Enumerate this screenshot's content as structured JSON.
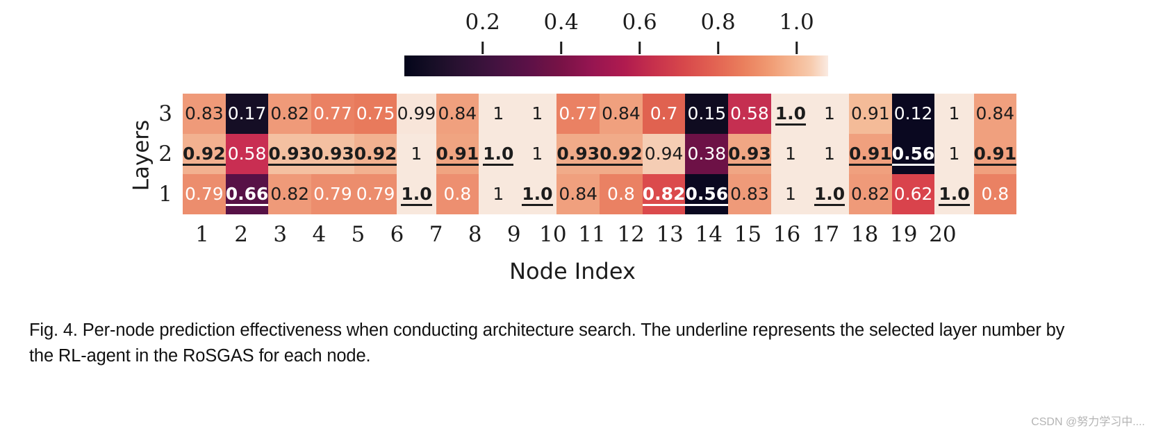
{
  "figure": {
    "caption": "Fig. 4.  Per-node prediction effectiveness when conducting architecture search. The underline represents the selected layer number by the RL-agent in the RoSGAS for each node.",
    "watermark": "CSDN @努力学习中...."
  },
  "colorbar": {
    "ticklabels": [
      "0.2",
      "0.4",
      "0.6",
      "0.8",
      "1.0"
    ],
    "tickvalues": [
      0.2,
      0.4,
      0.6,
      0.8,
      1.0
    ],
    "vmin": 0.0,
    "vmax": 1.08,
    "colormap": "rocket",
    "gradient_stops": [
      "#03051a",
      "#41123f",
      "#951551",
      "#d7484b",
      "#ea7f5d",
      "#f4b38e",
      "#faebe2"
    ]
  },
  "chart_data": {
    "type": "heatmap",
    "title": "",
    "xlabel": "Node Index",
    "ylabel": "Layers",
    "xticklabels": [
      "1",
      "2",
      "3",
      "4",
      "5",
      "6",
      "7",
      "8",
      "9",
      "10",
      "11",
      "12",
      "13",
      "14",
      "15",
      "16",
      "17",
      "18",
      "19",
      "20"
    ],
    "yticklabels": [
      "3",
      "2",
      "1"
    ],
    "row_order_top_to_bottom": [
      3,
      2,
      1
    ],
    "cbar_label": "",
    "grid": false,
    "annot": true,
    "rows": [
      {
        "layer": "3",
        "cells": [
          {
            "text": "0.83",
            "value": 0.83,
            "color": "#ef9a79",
            "textcolor": "dark",
            "selected": false
          },
          {
            "text": "0.17",
            "value": 0.17,
            "color": "#150e25",
            "textcolor": "light",
            "selected": false
          },
          {
            "text": "0.82",
            "value": 0.82,
            "color": "#ef9a79",
            "textcolor": "dark",
            "selected": false
          },
          {
            "text": "0.77",
            "value": 0.77,
            "color": "#ea8163",
            "textcolor": "light",
            "selected": false
          },
          {
            "text": "0.75",
            "value": 0.75,
            "color": "#e87a5c",
            "textcolor": "light",
            "selected": false
          },
          {
            "text": "0.99",
            "value": 0.99,
            "color": "#f8e5d9",
            "textcolor": "dark",
            "selected": false
          },
          {
            "text": "0.84",
            "value": 0.84,
            "color": "#f0a07e",
            "textcolor": "dark",
            "selected": false
          },
          {
            "text": "1",
            "value": 1.0,
            "color": "#f8e8dd",
            "textcolor": "dark",
            "selected": false
          },
          {
            "text": "1",
            "value": 1.0,
            "color": "#f8e8dd",
            "textcolor": "dark",
            "selected": false
          },
          {
            "text": "0.77",
            "value": 0.77,
            "color": "#ea8163",
            "textcolor": "light",
            "selected": false
          },
          {
            "text": "0.84",
            "value": 0.84,
            "color": "#f0a07e",
            "textcolor": "dark",
            "selected": false
          },
          {
            "text": "0.7",
            "value": 0.7,
            "color": "#e06250",
            "textcolor": "light",
            "selected": false
          },
          {
            "text": "0.15",
            "value": 0.15,
            "color": "#0f0b20",
            "textcolor": "light",
            "selected": false
          },
          {
            "text": "0.58",
            "value": 0.58,
            "color": "#c52f51",
            "textcolor": "light",
            "selected": false
          },
          {
            "text": "1.0",
            "value": 1.0,
            "color": "#f8e8dd",
            "textcolor": "dark",
            "selected": true
          },
          {
            "text": "1",
            "value": 1.0,
            "color": "#f8e8dd",
            "textcolor": "dark",
            "selected": false
          },
          {
            "text": "0.91",
            "value": 0.91,
            "color": "#f4bb98",
            "textcolor": "dark",
            "selected": false
          },
          {
            "text": "0.12",
            "value": 0.12,
            "color": "#0a0820",
            "textcolor": "light",
            "selected": false
          },
          {
            "text": "1",
            "value": 1.0,
            "color": "#f8e8dd",
            "textcolor": "dark",
            "selected": false
          },
          {
            "text": "0.84",
            "value": 0.84,
            "color": "#f0a07e",
            "textcolor": "dark",
            "selected": false
          }
        ]
      },
      {
        "layer": "2",
        "cells": [
          {
            "text": "0.92",
            "value": 0.92,
            "color": "#f2b190",
            "textcolor": "dark",
            "selected": true
          },
          {
            "text": "0.58",
            "value": 0.58,
            "color": "#c92e52",
            "textcolor": "light",
            "selected": false
          },
          {
            "text": "0.93",
            "value": 0.93,
            "color": "#f4c0a1",
            "textcolor": "dark",
            "selected": true
          },
          {
            "text": "0.93",
            "value": 0.93,
            "color": "#f4c0a1",
            "textcolor": "dark",
            "selected": true
          },
          {
            "text": "0.92",
            "value": 0.92,
            "color": "#f2b190",
            "textcolor": "dark",
            "selected": true
          },
          {
            "text": "1",
            "value": 1.0,
            "color": "#f8e8dd",
            "textcolor": "dark",
            "selected": false
          },
          {
            "text": "0.91",
            "value": 0.91,
            "color": "#f0a481",
            "textcolor": "dark",
            "selected": true
          },
          {
            "text": "1.0",
            "value": 1.0,
            "color": "#f8e8dd",
            "textcolor": "dark",
            "selected": true
          },
          {
            "text": "1",
            "value": 1.0,
            "color": "#f8e8dd",
            "textcolor": "dark",
            "selected": false
          },
          {
            "text": "0.93",
            "value": 0.93,
            "color": "#f1ab89",
            "textcolor": "dark",
            "selected": true
          },
          {
            "text": "0.92",
            "value": 0.92,
            "color": "#f1ab89",
            "textcolor": "dark",
            "selected": true
          },
          {
            "text": "0.94",
            "value": 0.94,
            "color": "#f5cdb4",
            "textcolor": "dark",
            "selected": false
          },
          {
            "text": "0.38",
            "value": 0.38,
            "color": "#6d1146",
            "textcolor": "light",
            "selected": false
          },
          {
            "text": "0.93",
            "value": 0.93,
            "color": "#f0a684",
            "textcolor": "dark",
            "selected": true
          },
          {
            "text": "1",
            "value": 1.0,
            "color": "#f8e8dd",
            "textcolor": "dark",
            "selected": false
          },
          {
            "text": "1",
            "value": 1.0,
            "color": "#f8e8dd",
            "textcolor": "dark",
            "selected": false
          },
          {
            "text": "0.91",
            "value": 0.91,
            "color": "#f0a07e",
            "textcolor": "dark",
            "selected": true
          },
          {
            "text": "0.56",
            "value": 0.56,
            "color": "#0a0820",
            "textcolor": "light",
            "selected": true
          },
          {
            "text": "1",
            "value": 1.0,
            "color": "#f8e8dd",
            "textcolor": "dark",
            "selected": false
          },
          {
            "text": "0.91",
            "value": 0.91,
            "color": "#f0a07e",
            "textcolor": "dark",
            "selected": true
          }
        ]
      },
      {
        "layer": "1",
        "cells": [
          {
            "text": "0.79",
            "value": 0.79,
            "color": "#ec8d6d",
            "textcolor": "light",
            "selected": false
          },
          {
            "text": "0.66",
            "value": 0.66,
            "color": "#571146",
            "textcolor": "light",
            "selected": true
          },
          {
            "text": "0.82",
            "value": 0.82,
            "color": "#ef9a79",
            "textcolor": "dark",
            "selected": false
          },
          {
            "text": "0.79",
            "value": 0.79,
            "color": "#ec8d6d",
            "textcolor": "light",
            "selected": false
          },
          {
            "text": "0.79",
            "value": 0.79,
            "color": "#ec8d6d",
            "textcolor": "light",
            "selected": false
          },
          {
            "text": "1.0",
            "value": 1.0,
            "color": "#f8e8dd",
            "textcolor": "dark",
            "selected": true
          },
          {
            "text": "0.8",
            "value": 0.8,
            "color": "#ed8f70",
            "textcolor": "light",
            "selected": false
          },
          {
            "text": "1",
            "value": 1.0,
            "color": "#f8e8dd",
            "textcolor": "dark",
            "selected": false
          },
          {
            "text": "1.0",
            "value": 1.0,
            "color": "#f8e8dd",
            "textcolor": "dark",
            "selected": true
          },
          {
            "text": "0.84",
            "value": 0.84,
            "color": "#f0a07e",
            "textcolor": "dark",
            "selected": false
          },
          {
            "text": "0.8",
            "value": 0.8,
            "color": "#ea8163",
            "textcolor": "light",
            "selected": false
          },
          {
            "text": "0.82",
            "value": 0.82,
            "color": "#db4a4c",
            "textcolor": "light",
            "selected": true
          },
          {
            "text": "0.56",
            "value": 0.56,
            "color": "#0a0820",
            "textcolor": "light",
            "selected": true
          },
          {
            "text": "0.83",
            "value": 0.83,
            "color": "#ef9a79",
            "textcolor": "dark",
            "selected": false
          },
          {
            "text": "1",
            "value": 1.0,
            "color": "#f8e8dd",
            "textcolor": "dark",
            "selected": false
          },
          {
            "text": "1.0",
            "value": 1.0,
            "color": "#f8e8dd",
            "textcolor": "dark",
            "selected": true
          },
          {
            "text": "0.82",
            "value": 0.82,
            "color": "#ef9a79",
            "textcolor": "dark",
            "selected": false
          },
          {
            "text": "0.62",
            "value": 0.62,
            "color": "#d9434c",
            "textcolor": "light",
            "selected": false
          },
          {
            "text": "1.0",
            "value": 1.0,
            "color": "#f8e8dd",
            "textcolor": "dark",
            "selected": true
          },
          {
            "text": "0.8",
            "value": 0.8,
            "color": "#ea8163",
            "textcolor": "light",
            "selected": false
          }
        ]
      }
    ]
  }
}
